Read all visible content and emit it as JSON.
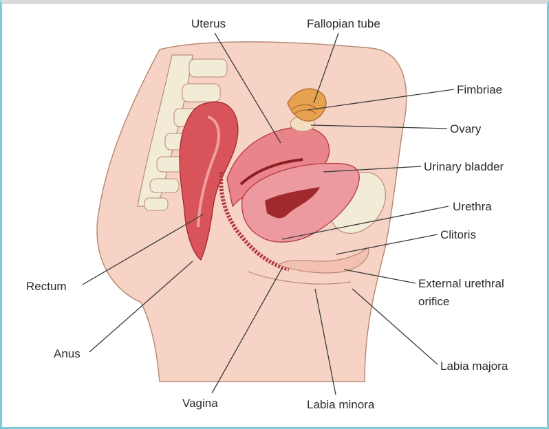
{
  "diagram": {
    "labels": {
      "uterus": "Uterus",
      "fallopian_tube": "Fallopian tube",
      "fimbriae": "Fimbriae",
      "ovary": "Ovary",
      "urinary_bladder": "Urinary bladder",
      "urethra": "Urethra",
      "clitoris": "Clitoris",
      "external_urethral_orifice_line1": "External urethral",
      "external_urethral_orifice_line2": "orifice",
      "labia_majora": "Labia majora",
      "labia_minora": "Labia minora",
      "vagina": "Vagina",
      "anus": "Anus",
      "rectum": "Rectum"
    },
    "colors": {
      "frame_border": "#7ecbdc",
      "skin": "#f6d3c4",
      "skin_outline": "#b98a78",
      "spine_bone": "#f2ecd6",
      "rectum_tissue": "#d9545a",
      "uterus_tissue": "#e9848a",
      "bladder_tissue": "#ec9aa0",
      "bladder_lumen": "#9e2a2e",
      "fallopian_fimbriae": "#e6a24e",
      "leader_line": "#3a3a3a"
    }
  }
}
